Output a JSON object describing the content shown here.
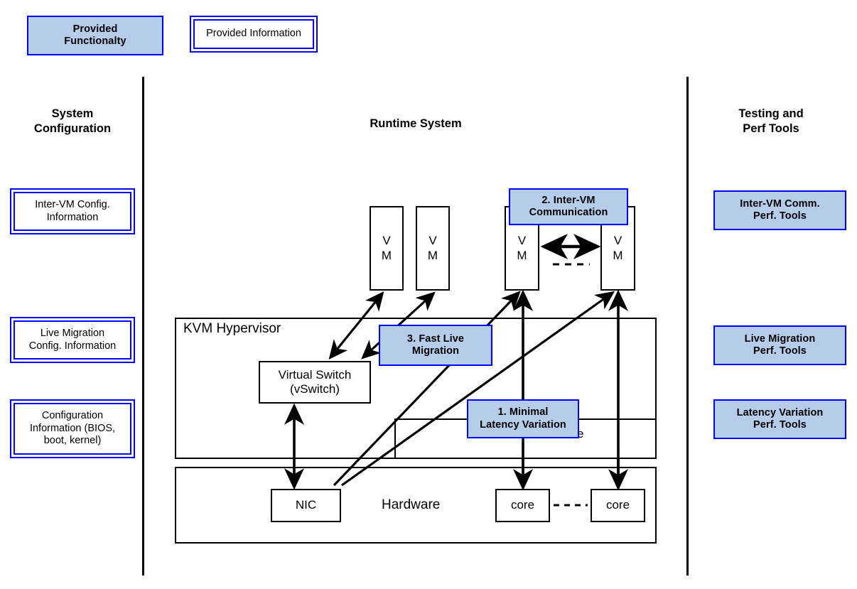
{
  "legend": {
    "functionality": {
      "label": "Provided\nFunctionalty",
      "line1": "Provided",
      "line2": "Functionalty"
    },
    "information": {
      "label": "Provided Information"
    }
  },
  "columns": {
    "left": {
      "header_line1": "System",
      "header_line2": "Configuration",
      "items": [
        {
          "line1": "Inter-VM Config.",
          "line2": "Information",
          "line3": ""
        },
        {
          "line1": "Live Migration",
          "line2": "Config. Information",
          "line3": ""
        },
        {
          "line1": "Configuration",
          "line2": "Information (BIOS,",
          "line3": "boot, kernel)"
        }
      ]
    },
    "center": {
      "header": "Runtime System"
    },
    "right": {
      "header_line1": "Testing and",
      "header_line2": "Perf Tools",
      "items": [
        {
          "line1": "Inter-VM Comm.",
          "line2": "Perf. Tools"
        },
        {
          "line1": "Live Migration",
          "line2": "Perf. Tools"
        },
        {
          "line1": "Latency Variation",
          "line2": "Perf. Tools"
        }
      ]
    }
  },
  "runtime": {
    "vms": [
      {
        "line1": "V",
        "line2": "M"
      },
      {
        "line1": "V",
        "line2": "M"
      },
      {
        "line1": "V",
        "line2": "M"
      },
      {
        "line1": "V",
        "line2": "M"
      }
    ],
    "hypervisor_label": "KVM Hypervisor",
    "vswitch": {
      "line1": "Virtual Switch",
      "line2": "(vSwitch)"
    },
    "vcore_label": "e",
    "hardware_label": "Hardware",
    "nic_label": "NIC",
    "cores": [
      "core",
      "core"
    ]
  },
  "callouts": [
    {
      "id": "minimal-latency",
      "line1": "1. Minimal",
      "line2": "Latency Variation"
    },
    {
      "id": "inter-vm-comm",
      "line1": "2. Inter-VM",
      "line2": "Communication"
    },
    {
      "id": "fast-live-migration",
      "line1": "3. Fast Live",
      "line2": "Migration"
    }
  ],
  "colors": {
    "accent_fill": "#b6cdea",
    "accent_border": "#0000ff",
    "outline": "#000000",
    "background": "#ffffff"
  }
}
